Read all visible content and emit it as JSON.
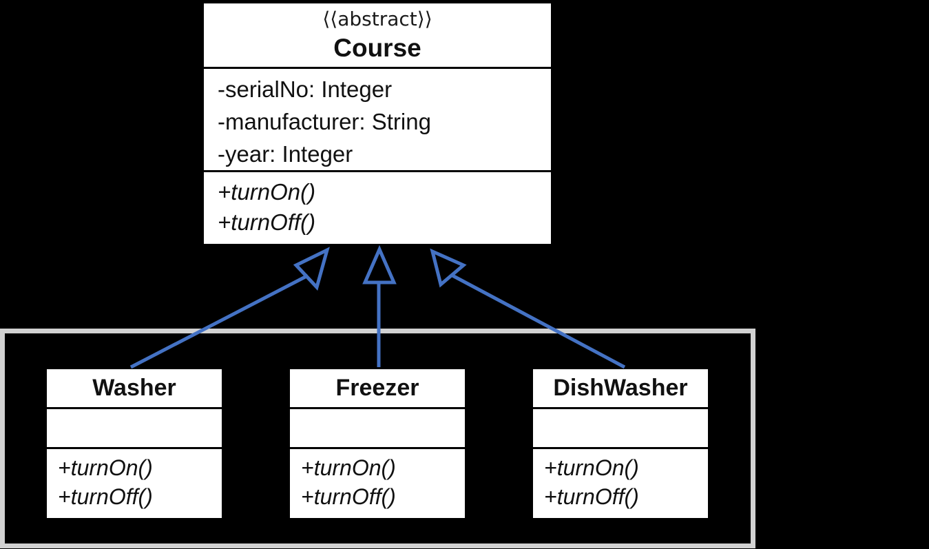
{
  "colors": {
    "background": "#000000",
    "box_background": "#FFFFFF",
    "box_border": "#000000",
    "arrow_blue": "#4472C4",
    "container_border": "#D2D2D2"
  },
  "diagram": {
    "parent_class": {
      "stereotype": "⟨⟨abstract⟩⟩",
      "name": "Course",
      "attributes": [
        "-serialNo: Integer",
        "-manufacturer: String",
        "-year: Integer"
      ],
      "methods": [
        "+turnOn()",
        "+turnOff()"
      ]
    },
    "subclasses": [
      {
        "name": "Washer",
        "methods": [
          "+turnOn()",
          "+turnOff()"
        ]
      },
      {
        "name": "Freezer",
        "methods": [
          "+turnOn()",
          "+turnOff()"
        ]
      },
      {
        "name": "DishWasher",
        "methods": [
          "+turnOn()",
          "+turnOff()"
        ]
      }
    ],
    "relationship": "generalization"
  }
}
